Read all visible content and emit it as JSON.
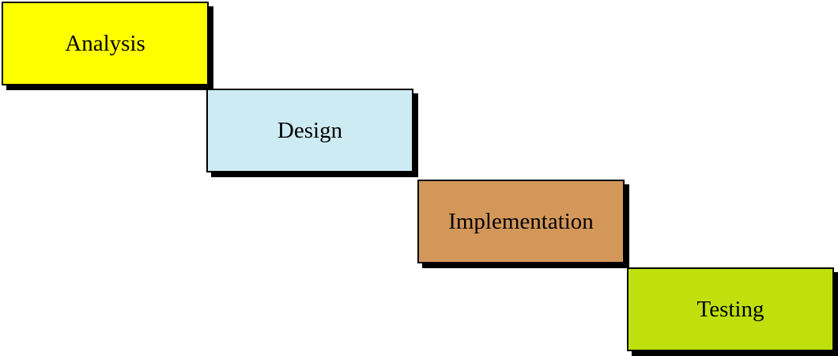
{
  "stages": [
    {
      "label": "Analysis",
      "color": "#ffff00"
    },
    {
      "label": "Design",
      "color": "#cdebf2"
    },
    {
      "label": "Implementation",
      "color": "#d4975a"
    },
    {
      "label": "Testing",
      "color": "#bfe00d"
    }
  ]
}
